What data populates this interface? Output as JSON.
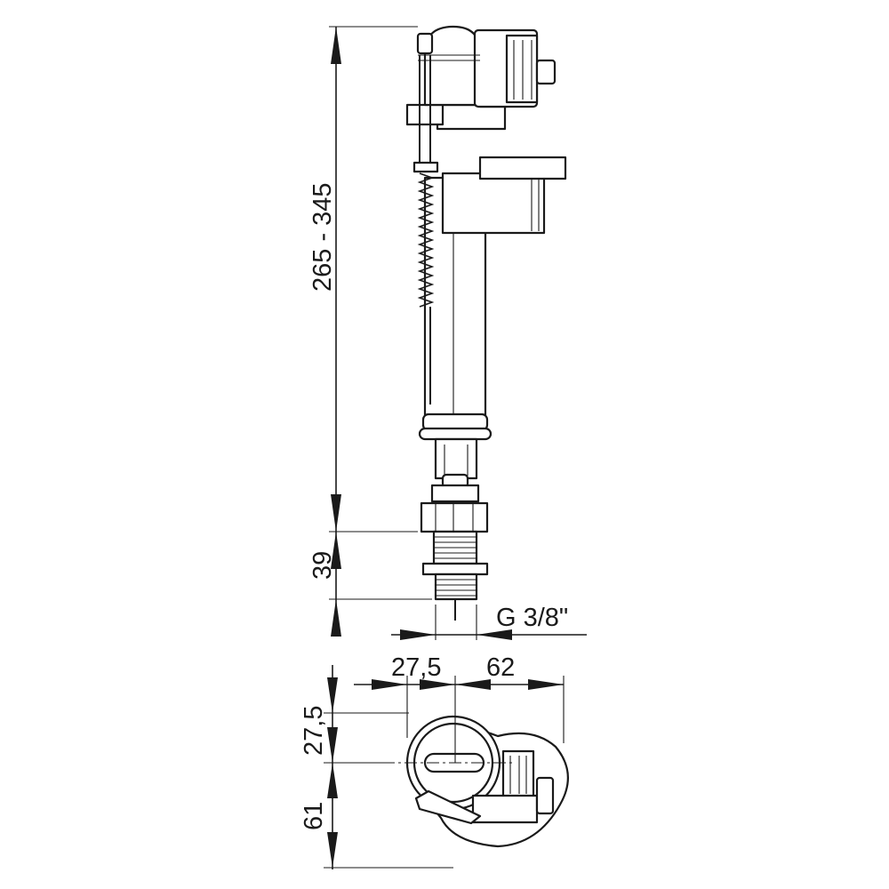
{
  "dimensions": {
    "height_range": "265 - 345",
    "thread_length": "39",
    "thread_size": "G 3/8\"",
    "top_offset_left": "27,5",
    "top_offset_right": "62",
    "side_offset_upper": "27,5",
    "side_offset_lower": "61"
  }
}
